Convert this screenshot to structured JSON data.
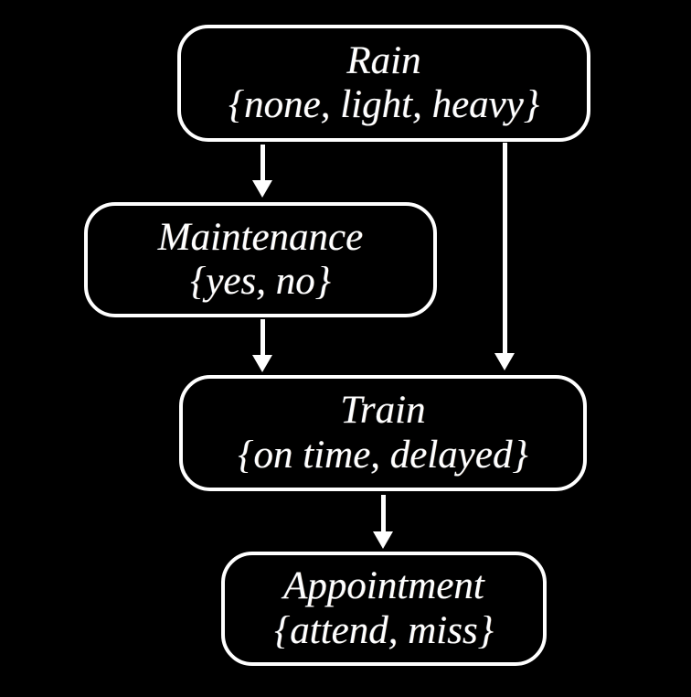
{
  "colors": {
    "background": "#000000",
    "node_fill": "#000000",
    "node_border": "#ffffff",
    "text": "#ffffff",
    "arrow": "#ffffff"
  },
  "nodes": [
    {
      "id": "rain",
      "name": "Rain",
      "domain": "{none, light, heavy}"
    },
    {
      "id": "maintenance",
      "name": "Maintenance",
      "domain": "{yes, no}"
    },
    {
      "id": "train",
      "name": "Train",
      "domain": "{on time, delayed}"
    },
    {
      "id": "appointment",
      "name": "Appointment",
      "domain": "{attend, miss}"
    }
  ],
  "edges": [
    {
      "from": "Rain",
      "to": "Maintenance"
    },
    {
      "from": "Rain",
      "to": "Train"
    },
    {
      "from": "Maintenance",
      "to": "Train"
    },
    {
      "from": "Train",
      "to": "Appointment"
    }
  ]
}
